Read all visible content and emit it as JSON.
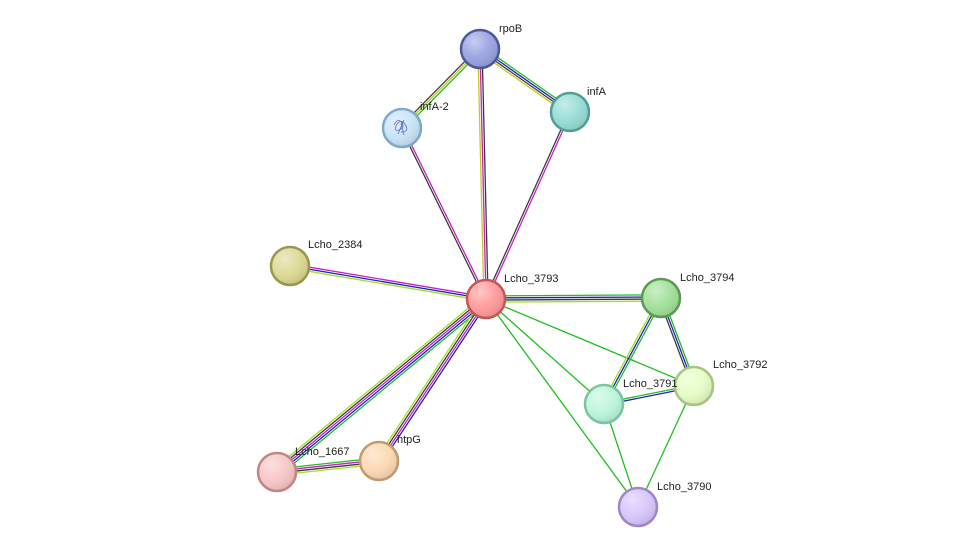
{
  "diagram": {
    "type": "protein-interaction-network",
    "nodes": [
      {
        "id": "rpoB",
        "label": "rpoB",
        "fill": "#9aa3e2",
        "stroke": "#4d579a"
      },
      {
        "id": "infA",
        "label": "infA",
        "fill": "#97ddd5",
        "stroke": "#4f9e96"
      },
      {
        "id": "infA-2",
        "label": "infA-2",
        "fill": "#c8e4f7",
        "stroke": "#7fa9c8",
        "has_structure_image": true
      },
      {
        "id": "Lcho_2384",
        "label": "Lcho_2384",
        "fill": "#dcd993",
        "stroke": "#9a9650"
      },
      {
        "id": "Lcho_3793",
        "label": "Lcho_3793",
        "fill": "#ff9a9a",
        "stroke": "#c45656"
      },
      {
        "id": "Lcho_3794",
        "label": "Lcho_3794",
        "fill": "#a3e09a",
        "stroke": "#5a9a51"
      },
      {
        "id": "Lcho_3792",
        "label": "Lcho_3792",
        "fill": "#e6fdc6",
        "stroke": "#a6c582"
      },
      {
        "id": "Lcho_3791",
        "label": "Lcho_3791",
        "fill": "#bdf6db",
        "stroke": "#7cc4a1"
      },
      {
        "id": "Lcho_3790",
        "label": "Lcho_3790",
        "fill": "#d8c6fb",
        "stroke": "#9d86cc"
      },
      {
        "id": "Lcho_1667",
        "label": "Lcho_1667",
        "fill": "#f8c6c6",
        "stroke": "#c08585"
      },
      {
        "id": "htpG",
        "label": "htpG",
        "fill": "#fcd9b3",
        "stroke": "#c29a6e"
      }
    ],
    "edges": [
      {
        "source": "rpoB",
        "target": "infA-2",
        "colors": [
          "#1fbf1f",
          "#c8c820",
          "#3c3c3c"
        ]
      },
      {
        "source": "rpoB",
        "target": "infA",
        "colors": [
          "#1fbf1f",
          "#1f1fbf",
          "#3c3c3c",
          "#c8c820"
        ]
      },
      {
        "source": "rpoB",
        "target": "Lcho_3793",
        "colors": [
          "#3c3c3c",
          "#c620c6",
          "#c8c820"
        ]
      },
      {
        "source": "infA-2",
        "target": "Lcho_3793",
        "colors": [
          "#c620c6",
          "#3c3c3c"
        ]
      },
      {
        "source": "infA",
        "target": "Lcho_3793",
        "colors": [
          "#c620c6",
          "#3c3c3c"
        ]
      },
      {
        "source": "Lcho_2384",
        "target": "Lcho_3793",
        "colors": [
          "#c620c6",
          "#1f1fbf",
          "#a0e020"
        ]
      },
      {
        "source": "Lcho_3793",
        "target": "Lcho_3794",
        "colors": [
          "#1fbf1f",
          "#1f1fbf",
          "#3c3c3c",
          "#a0e020"
        ]
      },
      {
        "source": "Lcho_3793",
        "target": "Lcho_3792",
        "colors": [
          "#1fbf1f"
        ]
      },
      {
        "source": "Lcho_3793",
        "target": "Lcho_3791",
        "colors": [
          "#1fbf1f"
        ]
      },
      {
        "source": "Lcho_3793",
        "target": "Lcho_3790",
        "colors": [
          "#1fbf1f"
        ]
      },
      {
        "source": "Lcho_3793",
        "target": "Lcho_1667",
        "colors": [
          "#1fbf1f",
          "#1f1fbf",
          "#c620c6",
          "#3c3c3c",
          "#a0e020"
        ]
      },
      {
        "source": "Lcho_3793",
        "target": "htpG",
        "colors": [
          "#1f1fbf",
          "#c620c6",
          "#3c3c3c",
          "#a0e020"
        ]
      },
      {
        "source": "Lcho_3794",
        "target": "Lcho_3792",
        "colors": [
          "#1fbf1f",
          "#1f1fbf",
          "#3c3c3c"
        ]
      },
      {
        "source": "Lcho_3794",
        "target": "Lcho_3791",
        "colors": [
          "#1fbf1f",
          "#1f1fbf",
          "#a0e020"
        ]
      },
      {
        "source": "Lcho_3791",
        "target": "Lcho_3792",
        "colors": [
          "#1fbf1f",
          "#1f1fbf"
        ]
      },
      {
        "source": "Lcho_3791",
        "target": "Lcho_3790",
        "colors": [
          "#1fbf1f"
        ]
      },
      {
        "source": "Lcho_3792",
        "target": "Lcho_3790",
        "colors": [
          "#1fbf1f"
        ]
      },
      {
        "source": "Lcho_1667",
        "target": "htpG",
        "colors": [
          "#1fbf1f",
          "#c620c6",
          "#3c3c3c",
          "#a0e020"
        ]
      }
    ]
  }
}
